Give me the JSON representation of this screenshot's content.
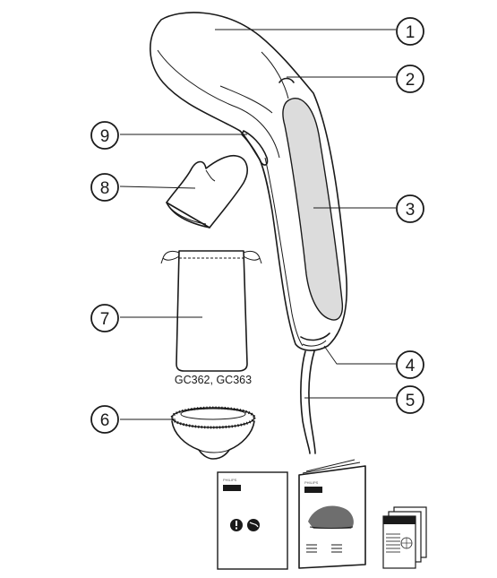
{
  "callouts": [
    {
      "number": "1",
      "part": "steamer-head"
    },
    {
      "number": "2",
      "part": "steam-indicator"
    },
    {
      "number": "3",
      "part": "handle-grip"
    },
    {
      "number": "4",
      "part": "cord-exit"
    },
    {
      "number": "5",
      "part": "power-cord"
    },
    {
      "number": "6",
      "part": "brush-attachment"
    },
    {
      "number": "7",
      "part": "storage-pouch"
    },
    {
      "number": "8",
      "part": "heat-resistant-glove"
    },
    {
      "number": "9",
      "part": "steam-trigger"
    }
  ],
  "pouch_models_label": "GC362, GC363",
  "booklet_brand": "PHILIPS",
  "colors": {
    "line": "#1a1a1a",
    "grip": "#dcdcdc",
    "background": "#ffffff"
  }
}
